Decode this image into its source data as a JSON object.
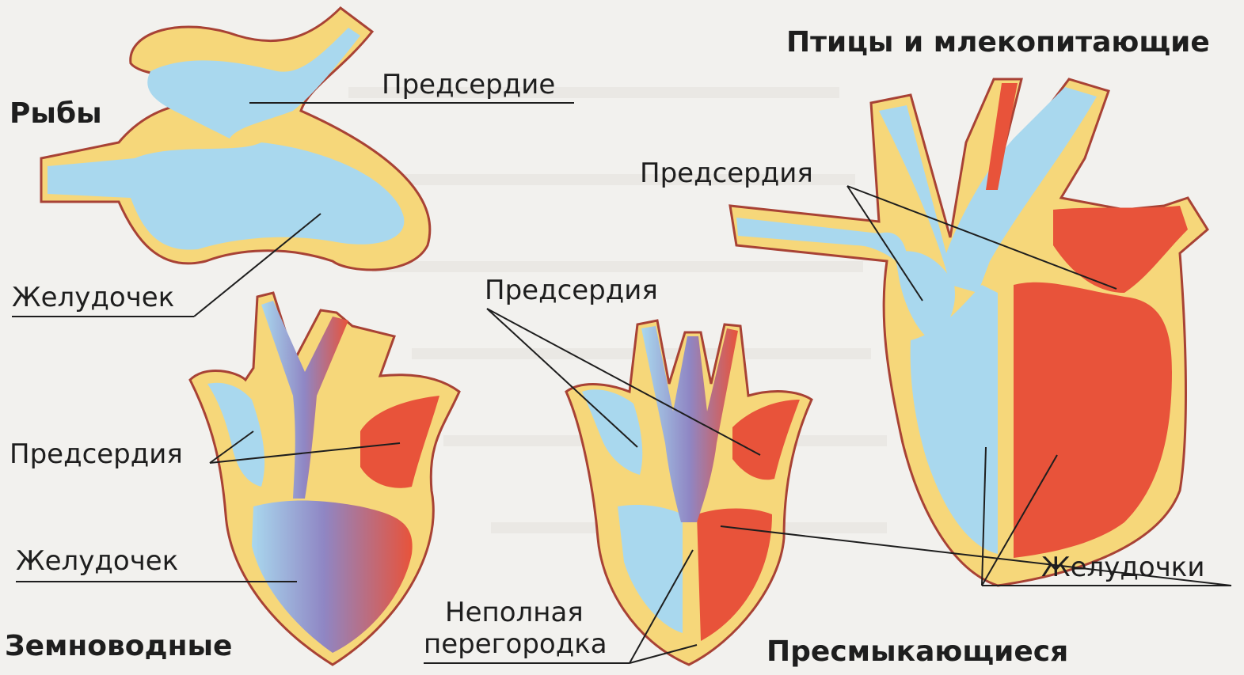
{
  "groups": {
    "fish": "Рыбы",
    "amphibians": "Земноводные",
    "reptiles": "Пресмыкающиеся",
    "birds_mammals": "Птицы и млекопитающие"
  },
  "labels": {
    "fish_atrium": "Предсердие",
    "fish_ventricle": "Желудочек",
    "amph_atria": "Предсердия",
    "amph_ventricle": "Желудочек",
    "rept_atria": "Предсердия",
    "septum_line1": "Неполная",
    "septum_line2": "перегородка",
    "bird_atria": "Предсердия",
    "ventricles": "Желудочки"
  },
  "colors": {
    "venous_blood": "#a9d8ee",
    "arterial_blood": "#e8533a",
    "mixed_blood": "#8f86c4",
    "wall": "#f6d77a",
    "outline": "#a84235"
  }
}
